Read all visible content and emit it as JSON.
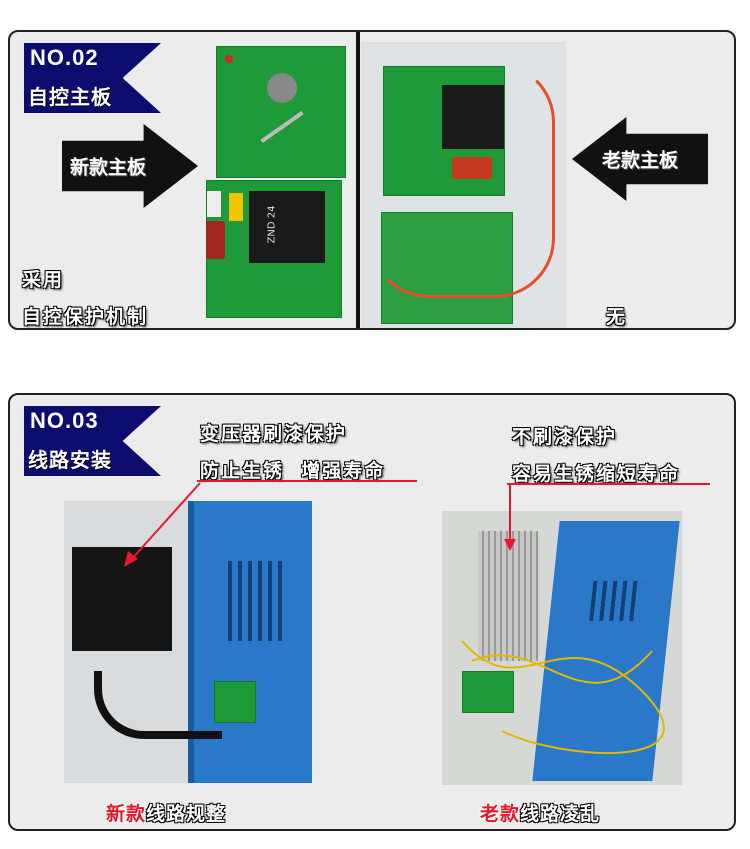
{
  "section2": {
    "badge_number": "NO.02",
    "badge_title": "自控主板",
    "new_arrow_label": "新款主板",
    "old_arrow_label": "老款主板",
    "new_note_line1": "采用",
    "new_note_line2": "自控保护机制",
    "old_note": "无",
    "relay_text": "ZND 24"
  },
  "section3": {
    "badge_number": "NO.03",
    "badge_title": "线路安装",
    "new_desc_line1": "变压器刷漆保护",
    "new_desc_line2": "防止生锈  增强寿命",
    "old_desc_line1": "不刷漆保护",
    "old_desc_line2": "容易生锈缩短寿命",
    "new_caption_highlight": "新款",
    "new_caption_rest": "线路规整",
    "old_caption_highlight": "老款",
    "old_caption_rest": "线路凌乱"
  },
  "colors": {
    "banner": "#0c0c6e",
    "accent_red": "#e8182c",
    "pcb_green": "#1f9a3a",
    "box_blue": "#2a78c8"
  }
}
